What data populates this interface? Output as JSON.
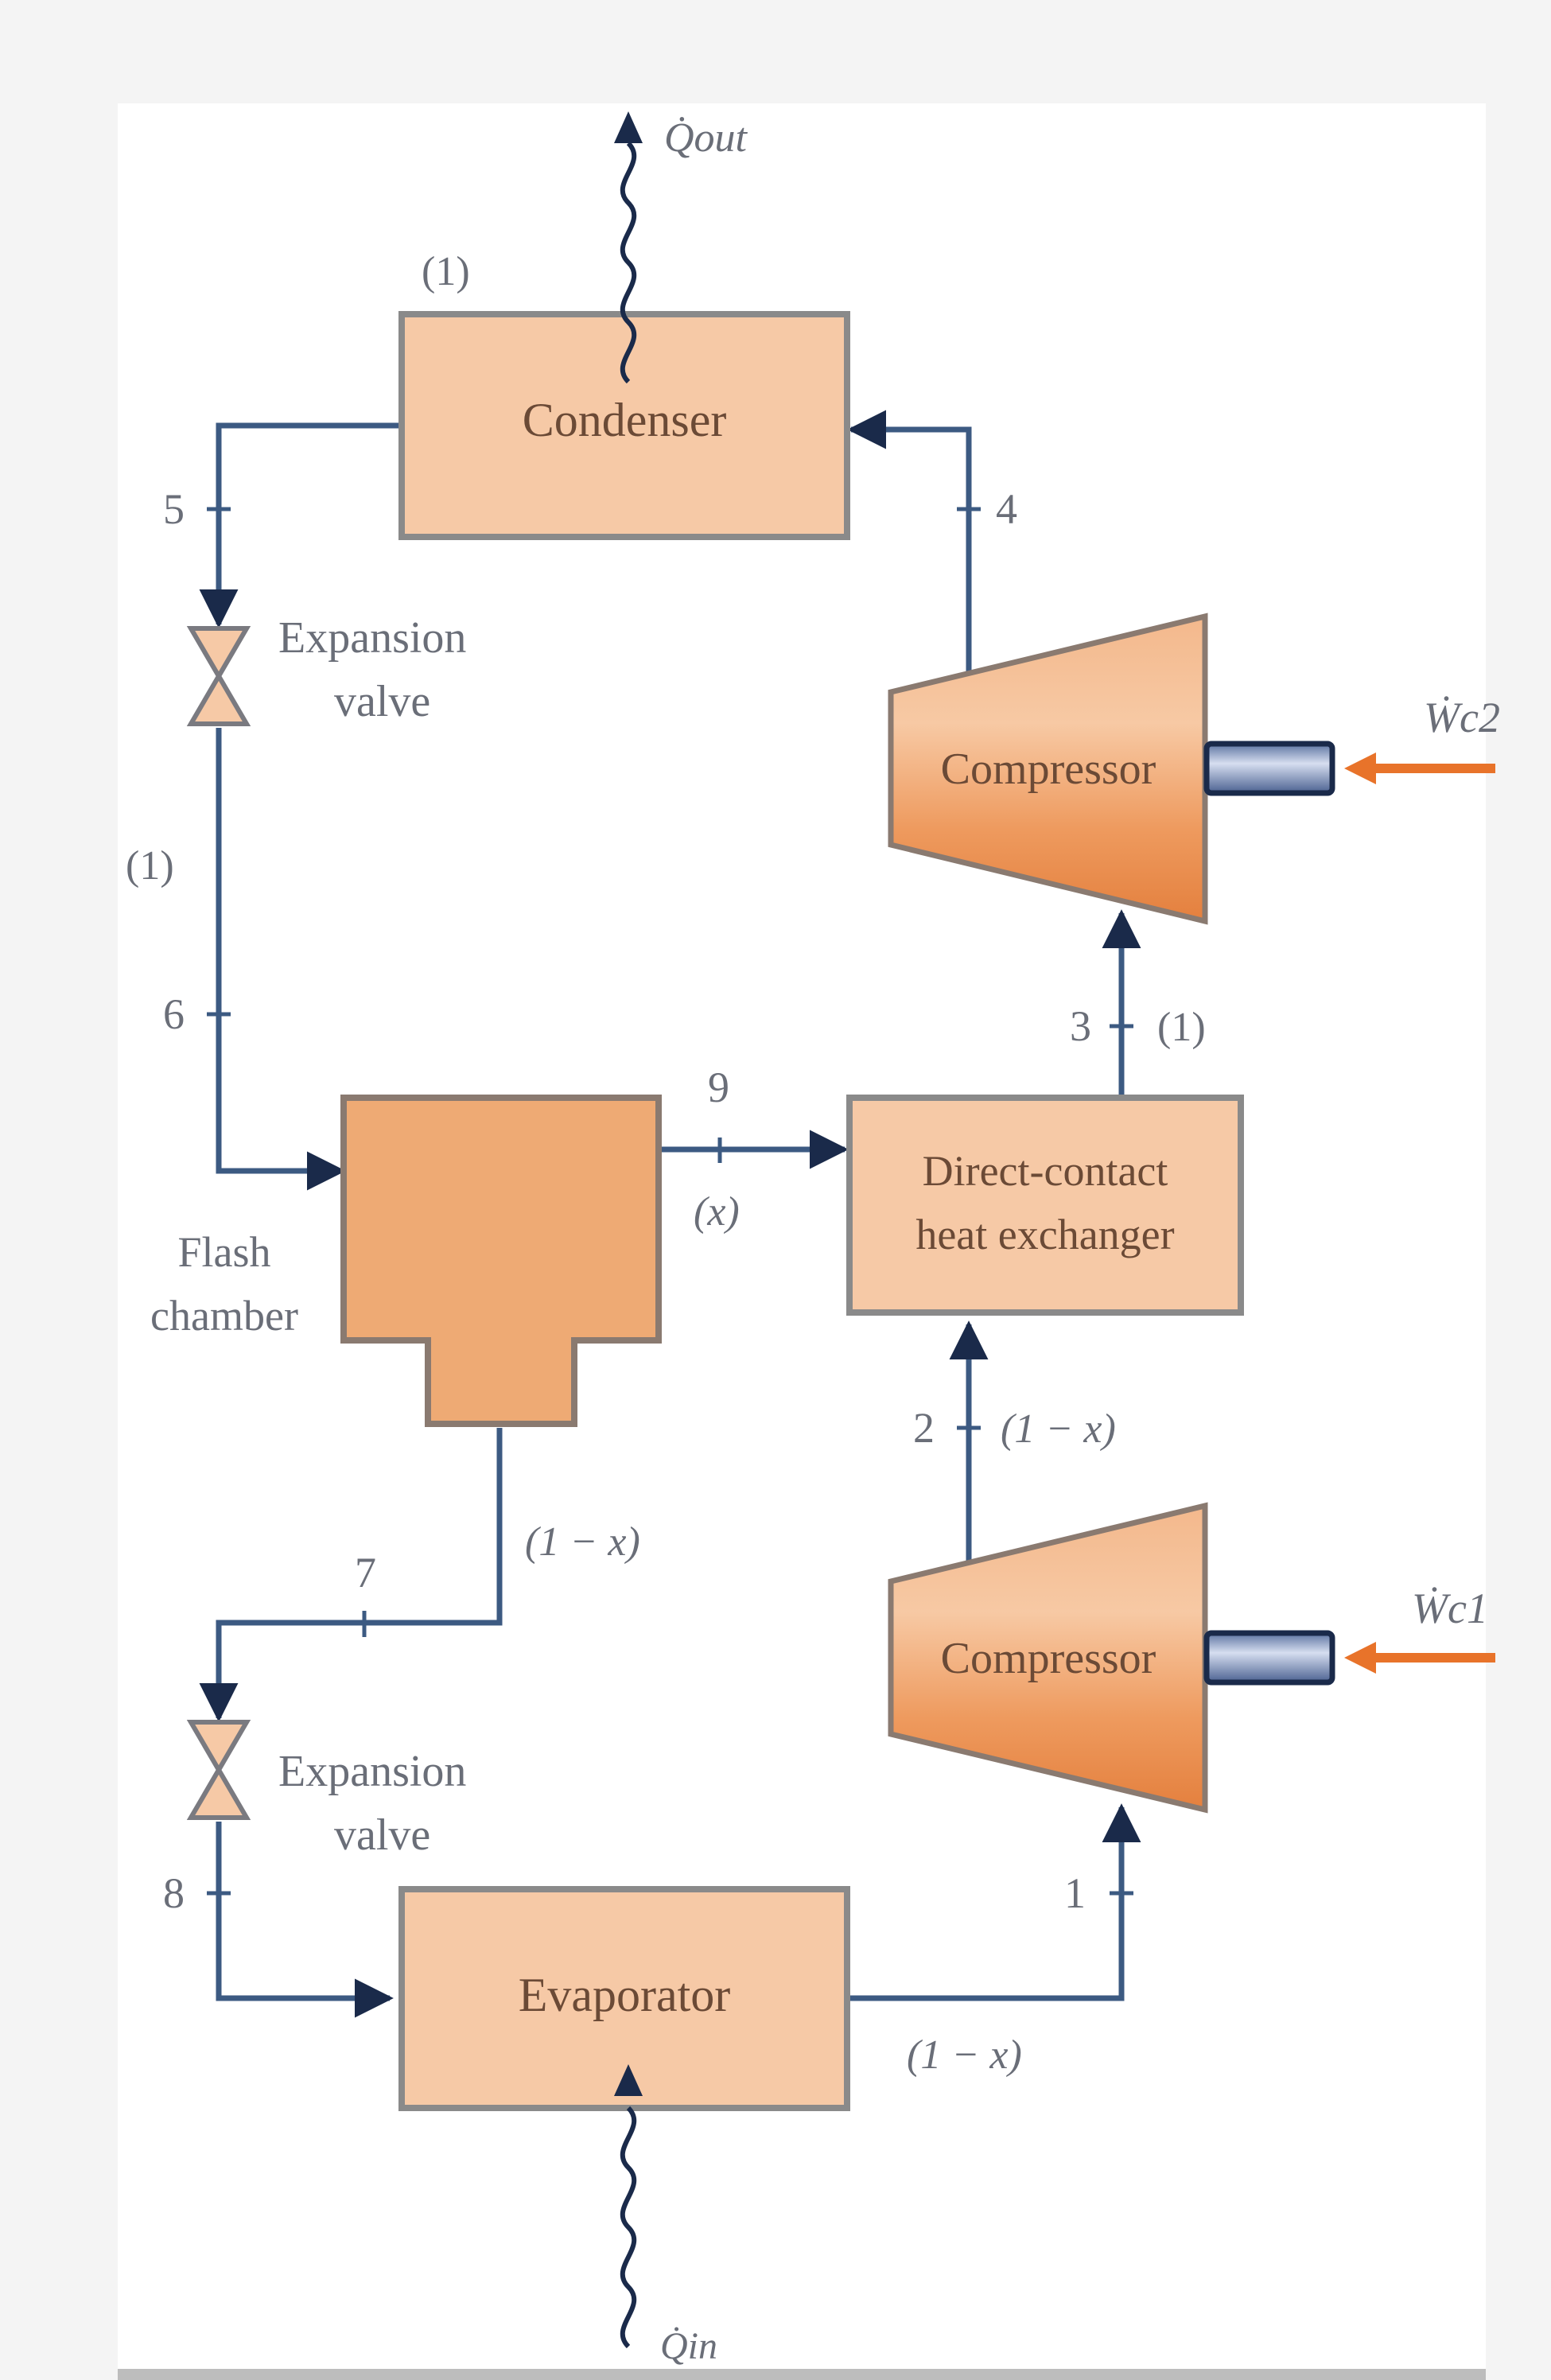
{
  "title": "Two-stage cascade refrigeration system with flash chamber",
  "colors": {
    "pipe": "#3c5a82",
    "pipe_dark": "#1a2a4a",
    "component_fill": "#f6c9a6",
    "component_stroke": "#8a8a8a",
    "flash_fill": "#eeaa74",
    "compressor_fill": "#f0a26a",
    "work_arrow": "#e8732a",
    "shaft": "#6c86b4",
    "label": "#6a6e78"
  },
  "components": {
    "condenser": "Condenser",
    "compressor_high": "Compressor",
    "compressor_low": "Compressor",
    "hx_line1": "Direct-contact",
    "hx_line2": "heat exchanger",
    "flash_line1": "Flash",
    "flash_line2": "chamber",
    "evaporator": "Evaporator",
    "valve_top_line1": "Expansion",
    "valve_top_line2": "valve",
    "valve_bottom_line1": "Expansion",
    "valve_bottom_line2": "valve"
  },
  "heat": {
    "q_out": "Q̇out",
    "q_in": "Q̇in"
  },
  "work": {
    "w_c2": "Ẇc2",
    "w_c1": "Ẇc1"
  },
  "states": {
    "s1": "1",
    "s2": "2",
    "s3": "3",
    "s4": "4",
    "s5": "5",
    "s6": "6",
    "s7": "7",
    "s8": "8",
    "s9": "9"
  },
  "flow_fractions": {
    "condenser_top": "(1)",
    "left_loop": "(1)",
    "state3": "(1)",
    "state9": "(x)",
    "state2": "(1 − x)",
    "flash_bottom": "(1 − x)",
    "evaporator_out": "(1 − x)"
  }
}
